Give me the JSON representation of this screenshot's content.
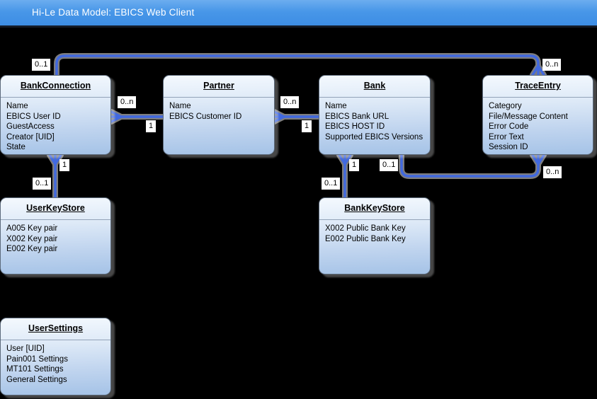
{
  "header": {
    "title": "Hi-Le Data Model: EBICS Web Client"
  },
  "entities": [
    {
      "name": "BankConnection",
      "fields": [
        "Name",
        "EBICS User ID",
        "GuestAccess",
        "Creator [UID]",
        "State"
      ]
    },
    {
      "name": "Partner",
      "fields": [
        "Name",
        "EBICS Customer ID"
      ]
    },
    {
      "name": "Bank",
      "fields": [
        "Name",
        "EBICS Bank URL",
        "EBICS HOST ID",
        "Supported EBICS Versions"
      ]
    },
    {
      "name": "TraceEntry",
      "fields": [
        "Category",
        "File/Message Content",
        "Error Code",
        "Error Text",
        "Session ID"
      ]
    },
    {
      "name": "UserKeyStore",
      "fields": [
        "A005 Key pair",
        "X002 Key pair",
        "E002 Key pair"
      ]
    },
    {
      "name": "BankKeyStore",
      "fields": [
        "X002 Public Bank Key",
        "E002 Public Bank Key"
      ]
    },
    {
      "name": "UserSettings",
      "fields": [
        "User [UID]",
        "Pain001 Settings",
        "MT101 Settings",
        "General Settings"
      ]
    }
  ],
  "relationships": [
    {
      "from": "BankConnection",
      "to": "TraceEntry",
      "from_card": "0..1",
      "to_card": "0..n"
    },
    {
      "from": "Partner",
      "to": "BankConnection",
      "from_card": "1",
      "to_card": "0..n"
    },
    {
      "from": "Bank",
      "to": "Partner",
      "from_card": "1",
      "to_card": "0..n"
    },
    {
      "from": "UserKeyStore",
      "to": "BankConnection",
      "from_card": "0..1",
      "to_card": "1"
    },
    {
      "from": "BankKeyStore",
      "to": "Bank",
      "from_card": "0..1",
      "to_card": "1"
    },
    {
      "from": "Bank",
      "to": "TraceEntry",
      "from_card": "0..1",
      "to_card": "0..n"
    }
  ],
  "colors": {
    "header_blue": "#4897e8",
    "connector_blue": "#4169e0",
    "connector_shadow": "#7d7d7d",
    "entity_fill_top": "#f4f9fe",
    "entity_fill_bottom": "#a5c3e7",
    "background": "#000000"
  }
}
